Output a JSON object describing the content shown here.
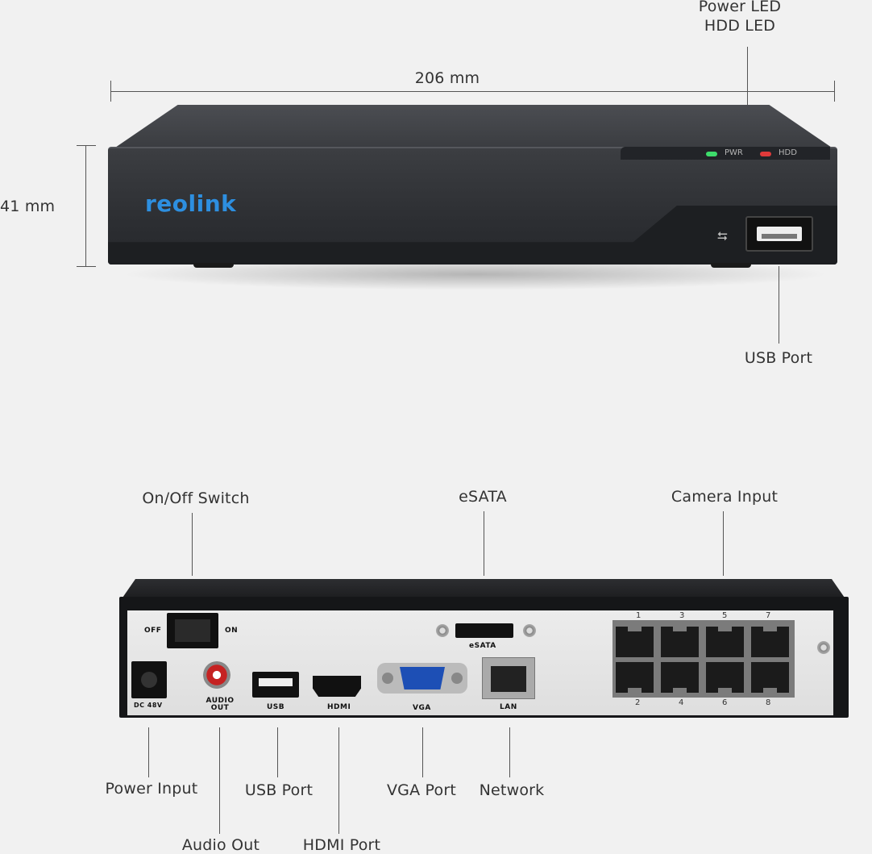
{
  "front_view": {
    "dimension_width": "206 mm",
    "dimension_height": "41 mm",
    "brand": "reolink",
    "led_pwr": "PWR",
    "led_hdd": "HDD",
    "callout_power_led": "Power LED",
    "callout_hdd_led": "HDD LED",
    "callout_usb": "USB Port",
    "colors": {
      "pwr_led": "#3ddc6b",
      "hdd_led": "#e03a3a",
      "brand": "#2d8fe0"
    }
  },
  "rear_view": {
    "panel_labels": {
      "off": "OFF",
      "on": "ON",
      "dc": "DC 48V",
      "audio_out": "AUDIO OUT",
      "usb": "USB",
      "hdmi": "HDMI",
      "vga": "VGA",
      "lan": "LAN",
      "esata": "eSATA"
    },
    "port_numbers_top": [
      "1",
      "3",
      "5",
      "7"
    ],
    "port_numbers_bottom": [
      "2",
      "4",
      "6",
      "8"
    ],
    "callouts": {
      "on_off_switch": "On/Off Switch",
      "esata": "eSATA",
      "camera_input": "Camera Input",
      "power_input": "Power Input",
      "audio_out": "Audio Out",
      "usb_port": "USB Port",
      "hdmi_port": "HDMI Port",
      "vga_port": "VGA Port",
      "network": "Network"
    }
  }
}
